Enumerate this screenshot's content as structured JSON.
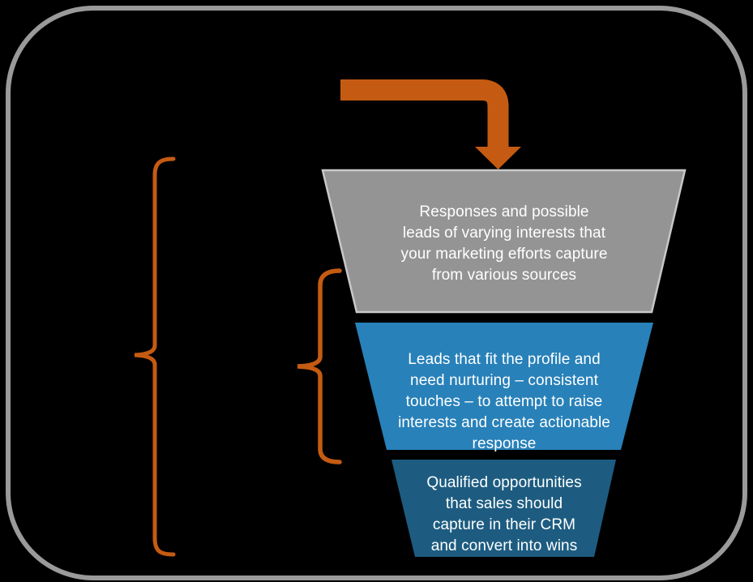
{
  "colors": {
    "background": "#000000",
    "frame_border": "#9A9A9A",
    "accent_orange": "#C55B12",
    "text": "#FFFFFF"
  },
  "funnel": {
    "stages": [
      {
        "name": "marketing-capture",
        "label": "Responses and possible\nleads of varying interests that\nyour marketing efforts capture\nfrom various sources",
        "fill": "#949494",
        "border": "#C8C8C8"
      },
      {
        "name": "lead-nurturing",
        "label": "Leads that fit the profile and\nneed nurturing – consistent\ntouches – to attempt to raise\ninterests and create actionable\nresponse",
        "fill": "#2881B9",
        "border": ""
      },
      {
        "name": "qualified-opportunities",
        "label": "Qualified opportunities\nthat sales should\ncapture in their CRM\nand convert into wins",
        "fill": "#1D5C80",
        "border": ""
      }
    ]
  }
}
